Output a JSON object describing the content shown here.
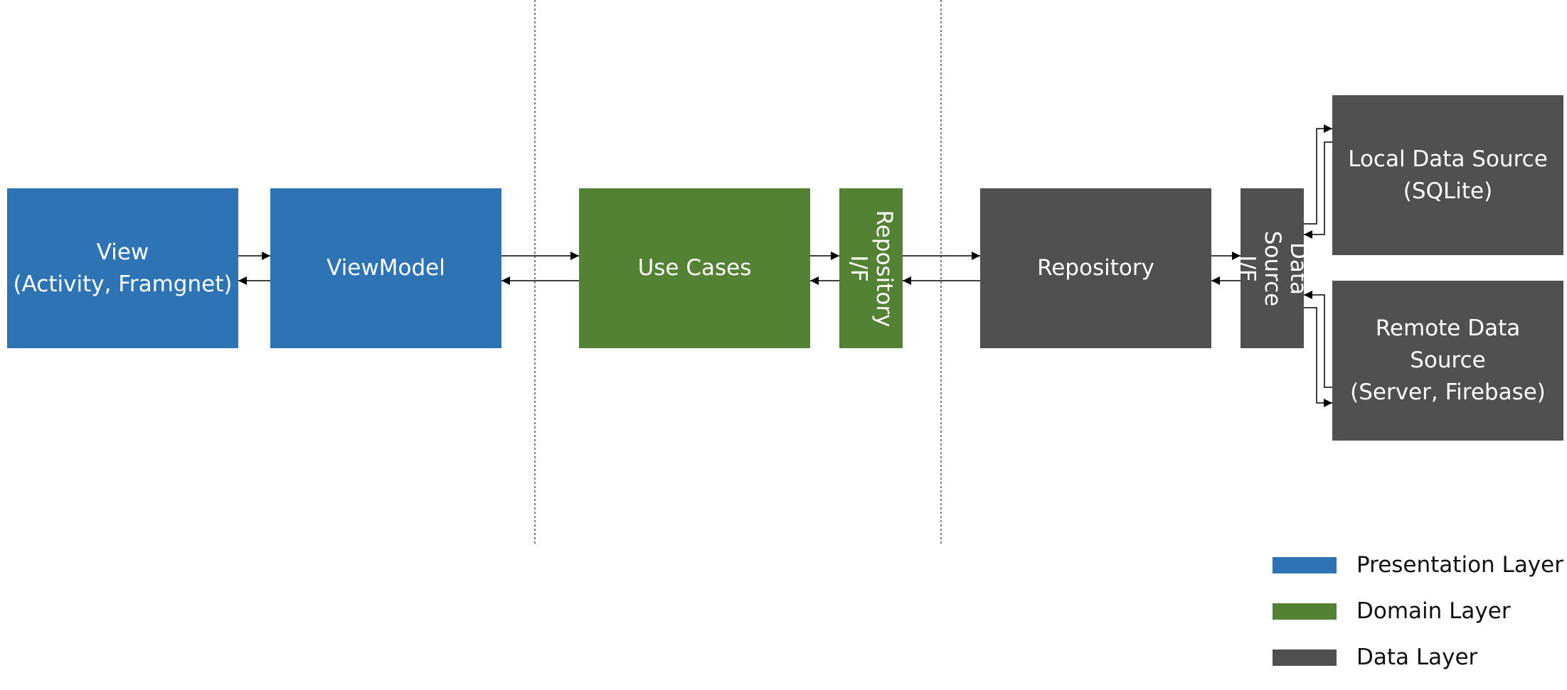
{
  "colors": {
    "presentation": "#2e74b5",
    "domain": "#548235",
    "data": "#505050",
    "line": "#000000"
  },
  "boxes": {
    "view": "View\n(Activity, Framgnet)",
    "viewmodel": "ViewModel",
    "use_cases": "Use Cases",
    "repository_if": "Repository\nI/F",
    "repository": "Repository",
    "data_source_if": "Data Source\nI/F",
    "local_data_source": "Local Data Source\n(SQLite)",
    "remote_data_source": "Remote Data\nSource\n(Server, Firebase)"
  },
  "legend": [
    {
      "label": "Presentation Layer",
      "color": "#2e74b5"
    },
    {
      "label": "Domain Layer",
      "color": "#548235"
    },
    {
      "label": "Data Layer",
      "color": "#505050"
    }
  ]
}
